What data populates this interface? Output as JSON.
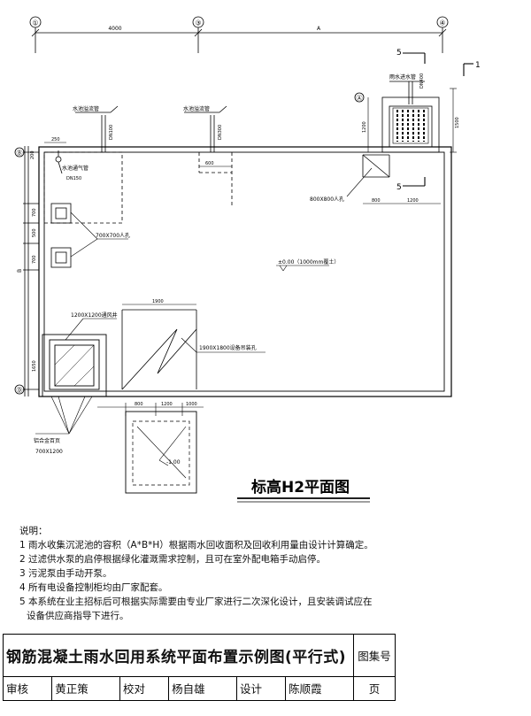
{
  "plan": {
    "title": "标高H2平面图",
    "axes": {
      "top": [
        "①",
        "③",
        "④"
      ],
      "left": [
        "Ⓑ",
        "Ⓓ",
        "Ⓐ"
      ]
    },
    "dimensions": {
      "span_left": "4000",
      "span_right": "A",
      "left_side": "B",
      "d250": "250",
      "d200": "200",
      "d700a": "700",
      "d500": "500",
      "d700b": "700",
      "d1650": "1650",
      "d1900": "1900",
      "d600": "600",
      "d800": "800",
      "d1200": "1200",
      "d1200v": "1200",
      "d1500v": "1500",
      "bottom_dims": [
        "800",
        "1200",
        "1000"
      ]
    },
    "labels": {
      "overflow_pipe_1": "水池溢流管",
      "overflow_pipe_2": "水池溢流管",
      "dn100": "DN100",
      "dn300": "DN300",
      "vent_pipe": "水池通气管",
      "dn150": "DN150",
      "rain_inlet": "雨水进水管",
      "dn400": "DN400",
      "manhole_800": "800X800人孔",
      "manhole_700": "700X700人孔",
      "elevation": "±0.00（1000mm覆土）",
      "vent_shaft": "1200X1200通风井",
      "hoist_hole": "1900X1800设备吊装孔",
      "louver": "铝合金百页",
      "louver_size": "700X1200",
      "section_mark": "5",
      "section_1": "1",
      "level_mark": "-1.00"
    }
  },
  "notes": {
    "heading": "说明：",
    "items": [
      "1 雨水收集沉泥池的容积（A*B*H）根据雨水回收面积及回收利用量由设计计算确定。",
      "2 过滤供水泵的启停根据绿化灌溉需求控制，且可在室外配电箱手动启停。",
      "3 污泥泵由手动开泵。",
      "4 所有电设备控制柜均由厂家配套。",
      "5 本系统在业主招标后可根据实际需要由专业厂家进行二次深化设计，且安装调试应在",
      "设备供应商指导下进行。"
    ]
  },
  "titleblock": {
    "title": "钢筋混凝土雨水回用系统平面布置示例图(平行式)",
    "atlas_label": "图集号",
    "review_label": "审核",
    "reviewer": "黄正策",
    "check_label": "校对",
    "checker": "杨自雄",
    "design_label": "设计",
    "designer": "陈顺霞",
    "page_label": "页"
  }
}
